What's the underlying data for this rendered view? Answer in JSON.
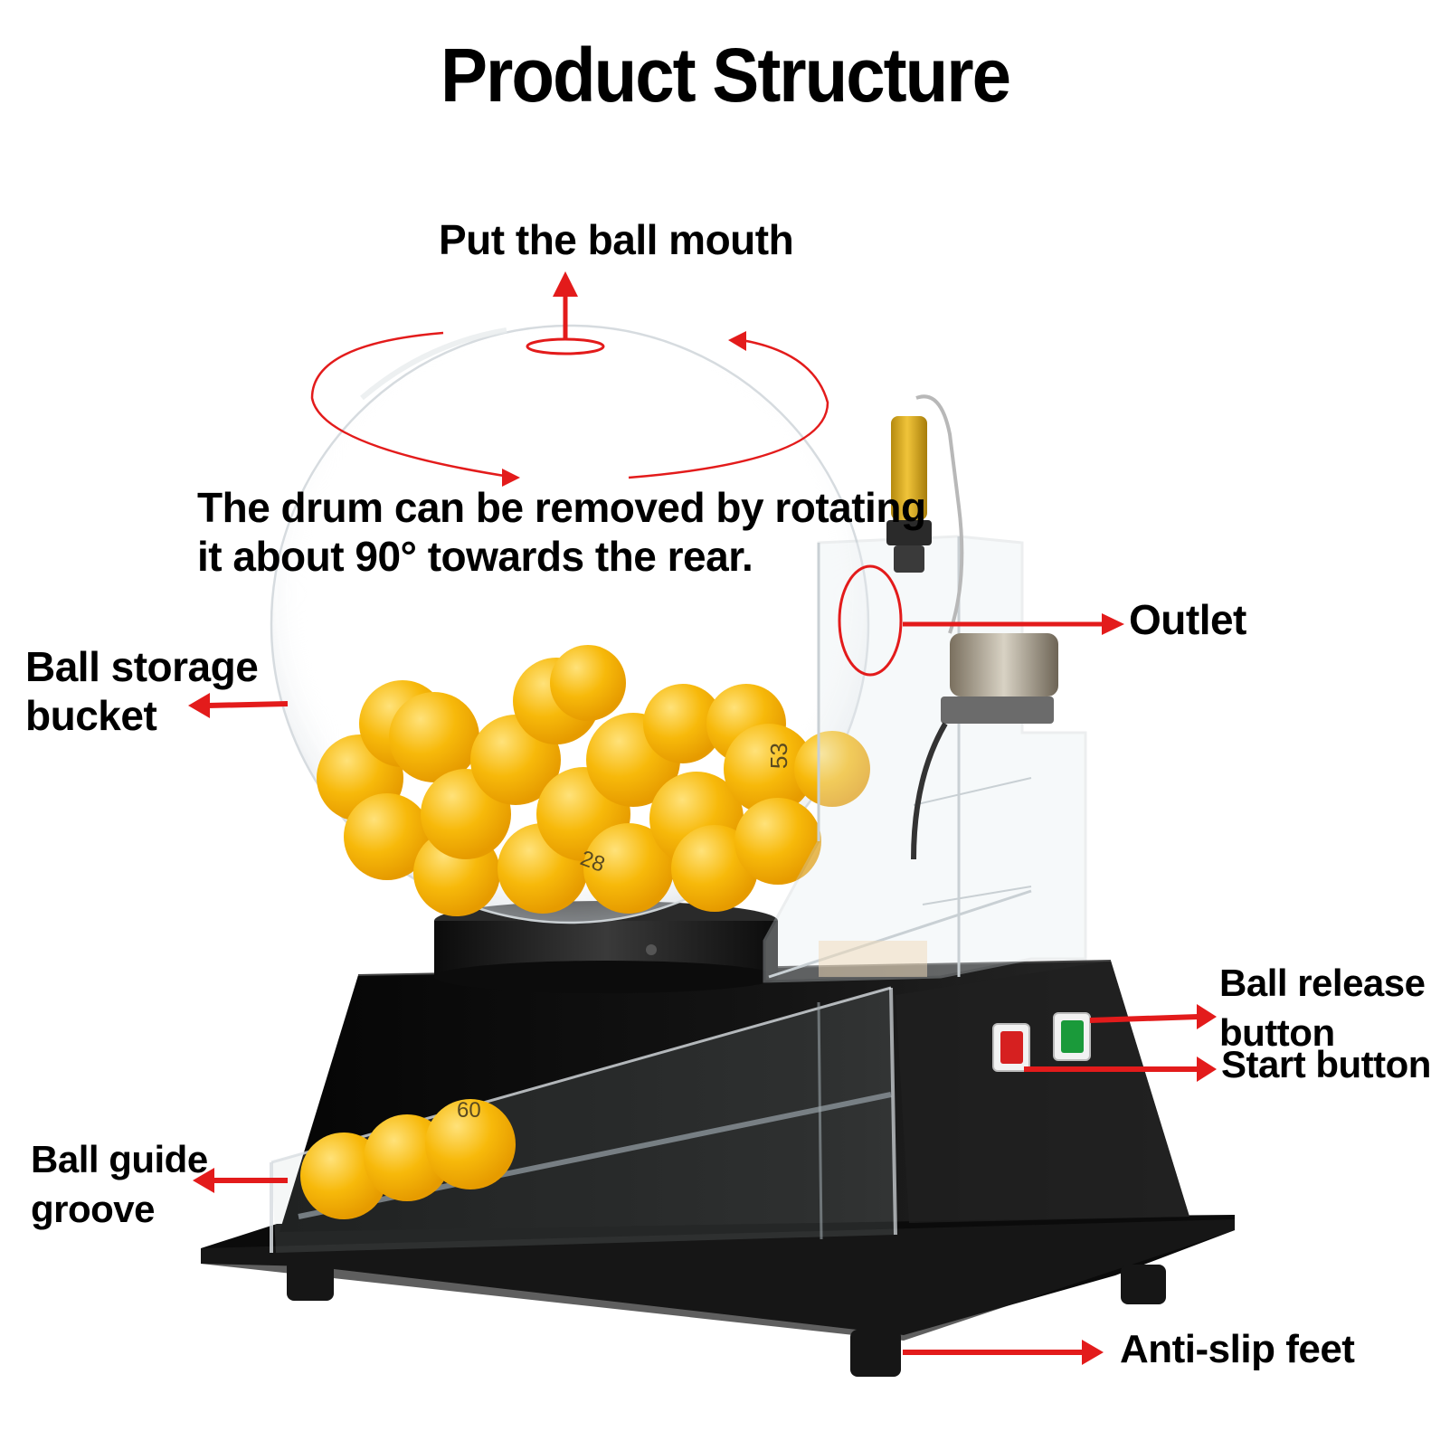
{
  "title": "Product Structure",
  "labels": {
    "put_ball_mouth": "Put the ball mouth",
    "drum_note_line1": "The drum can be removed by rotating",
    "drum_note_line2": "it about 90° towards the rear.",
    "outlet": "Outlet",
    "storage_line1": "Ball storage",
    "storage_line2": "bucket",
    "release_line1": "Ball release",
    "release_line2": "button",
    "start": "Start button",
    "guide_line1": "Ball guide",
    "guide_line2": "groove",
    "feet": "Anti-slip feet"
  },
  "ball_numbers": {
    "n53": "53",
    "n28": "28",
    "n60": "60"
  },
  "colors": {
    "arrow": "#e31b1b",
    "ball": "#f6b800",
    "base": "#0d0d0d",
    "sensor": "#e0b21c",
    "start_button": "#d62020",
    "release_button": "#1a9a3a"
  }
}
